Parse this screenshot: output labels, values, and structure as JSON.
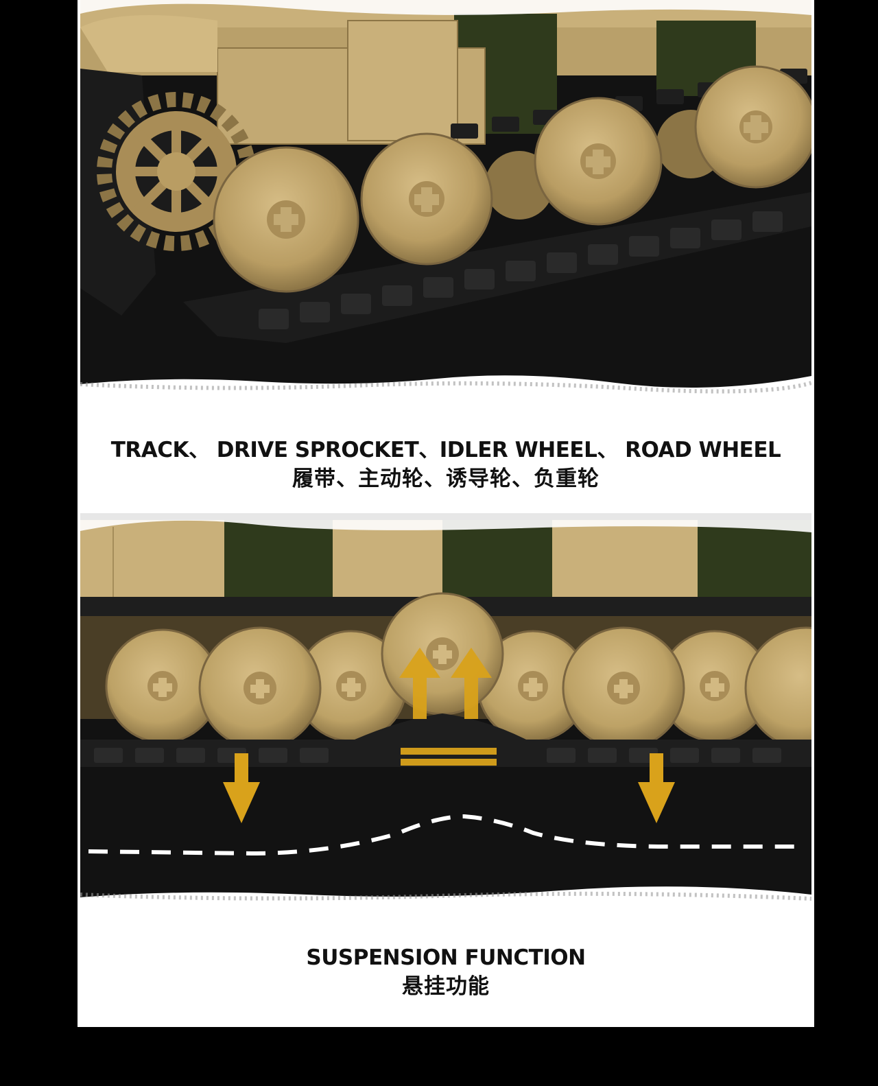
{
  "captions": {
    "top": {
      "en": "TRACK、 DRIVE SPROCKET、IDLER WHEEL、 ROAD WHEEL",
      "zh": "履带、主动轮、诱导轮、负重轮"
    },
    "bottom": {
      "en": "SUSPENSION FUNCTION",
      "zh": "悬挂功能"
    }
  },
  "colors": {
    "page_background": "#ffffff",
    "outer_background": "#000000",
    "panel_dark": "#121212",
    "sand": "#c9b07a",
    "sand_dark": "#8c7546",
    "olive": "#2f3a1c",
    "arrow_gold": "#d9a21b",
    "caption_text": "#111111"
  },
  "icons": [
    "up-arrow-icon",
    "down-arrow-icon"
  ]
}
